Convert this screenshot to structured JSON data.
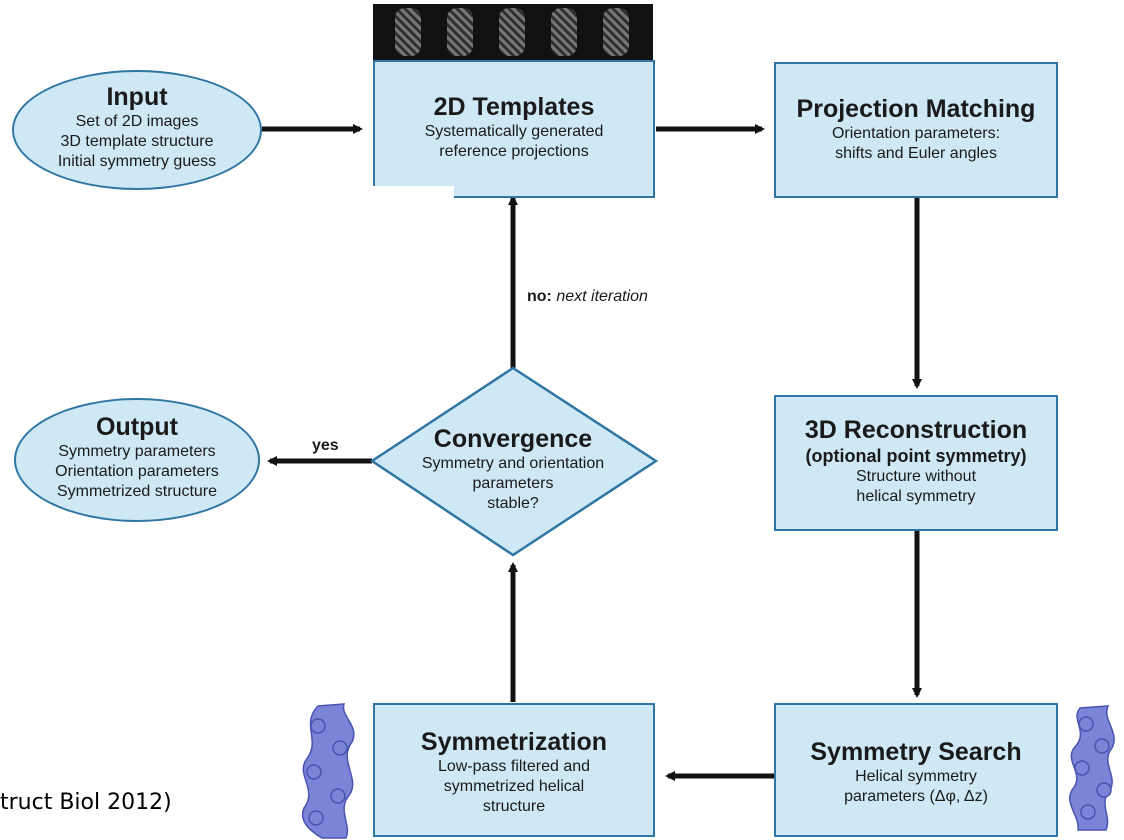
{
  "nodes": {
    "input": {
      "title": "Input",
      "lines": [
        "Set of 2D images",
        "3D template structure",
        "Initial symmetry guess"
      ]
    },
    "templates": {
      "title": "2D Templates",
      "lines": [
        "Systematically generated",
        "reference projections"
      ]
    },
    "projection": {
      "title": "Projection Matching",
      "lines": [
        "Orientation parameters:",
        "shifts and Euler angles"
      ]
    },
    "reconstruction": {
      "title": "3D Reconstruction",
      "subtitle": "(optional point symmetry)",
      "lines": [
        "Structure without",
        "helical symmetry"
      ]
    },
    "search": {
      "title": "Symmetry Search",
      "lines": [
        "Helical symmetry",
        "parameters (Δφ, Δz)"
      ]
    },
    "symmetrization": {
      "title": "Symmetrization",
      "lines": [
        "Low-pass filtered and",
        "symmetrized helical",
        "structure"
      ]
    },
    "convergence": {
      "title": "Convergence",
      "lines": [
        "Symmetry and orientation",
        "parameters",
        "stable?"
      ]
    },
    "output": {
      "title": "Output",
      "lines": [
        "Symmetry parameters",
        "Orientation parameters",
        "Symmetrized structure"
      ]
    }
  },
  "edge_labels": {
    "no_bold": "no:",
    "no_text": "next iteration",
    "yes": "yes"
  },
  "caption": "truct Biol 2012)",
  "colors": {
    "fill": "#cfe8f5",
    "border": "#2f76a3",
    "arrow": "#111111",
    "model": "#7b84d6"
  }
}
